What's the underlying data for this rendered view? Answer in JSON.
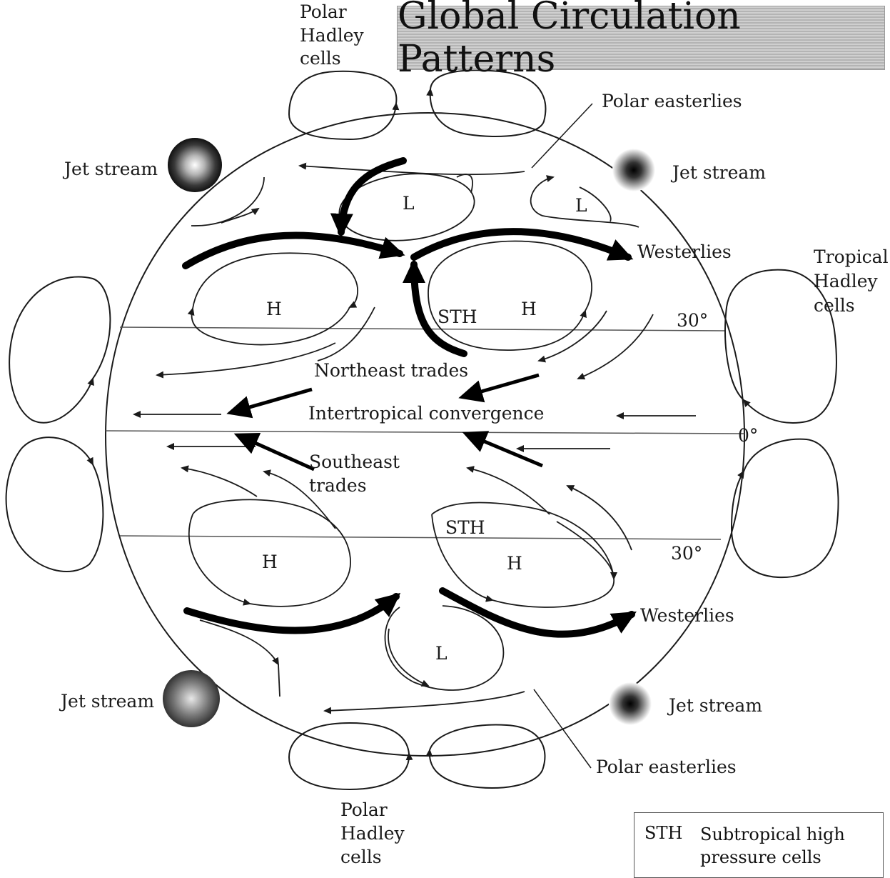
{
  "title": "Global Circulation Patterns",
  "labels": {
    "polar_hadley_top": [
      "Polar",
      "Hadley",
      "cells"
    ],
    "polar_hadley_bottom": [
      "Polar",
      "Hadley",
      "cells"
    ],
    "tropical_hadley": [
      "Tropical",
      "Hadley",
      "cells"
    ],
    "polar_easterlies_top": "Polar easterlies",
    "polar_easterlies_bottom": "Polar easterlies",
    "jet_stream_tl": "Jet stream",
    "jet_stream_tr": "Jet stream",
    "jet_stream_bl": "Jet stream",
    "jet_stream_br": "Jet stream",
    "westerlies_top": "Westerlies",
    "westerlies_bottom": "Westerlies",
    "northeast_trades": "Northeast trades",
    "intertropical": "Intertropical convergence",
    "southeast_trades": [
      "Southeast",
      "trades"
    ],
    "lat_30_n": "30°",
    "lat_0": "0°",
    "lat_30_s": "30°",
    "sth_north": "STH",
    "sth_south": "STH",
    "h_nw": "H",
    "h_ne": "H",
    "h_sw": "H",
    "h_se": "H",
    "l_n1": "L",
    "l_n2": "L",
    "l_s": "L"
  },
  "legend": {
    "abbr": "STH",
    "description_line1": "Subtropical high",
    "description_line2": "pressure cells"
  },
  "colors": {
    "ink": "#1a1a1a",
    "title_band": "#c4c4c4"
  }
}
